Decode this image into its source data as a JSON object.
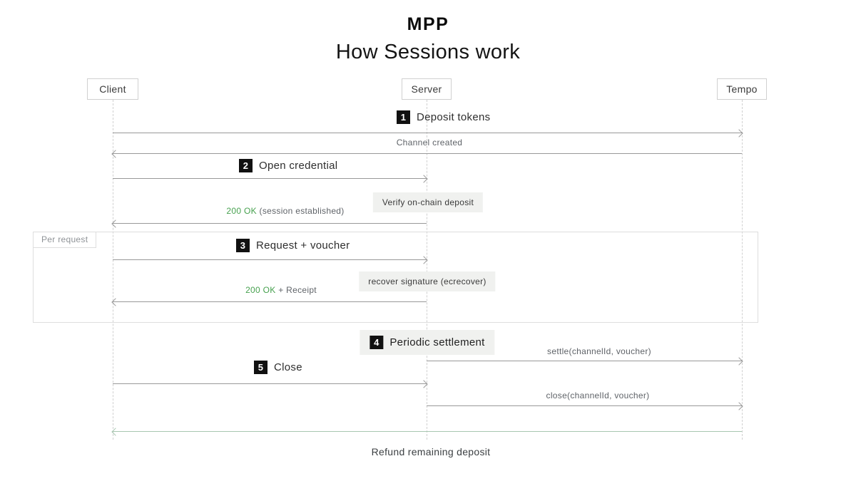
{
  "header": {
    "logo": "MPP",
    "title": "How Sessions work"
  },
  "actors": {
    "client": "Client",
    "server": "Server",
    "tempo": "Tempo"
  },
  "steps": {
    "deposit": {
      "num": "1",
      "label": "Deposit tokens"
    },
    "channel_created": {
      "label": "Channel created"
    },
    "open_credential": {
      "num": "2",
      "label": "Open credential"
    },
    "verify_deposit": {
      "label": "Verify on-chain deposit"
    },
    "session_ok": {
      "status": "200 OK",
      "suffix": " (session established)"
    },
    "per_request": {
      "label": "Per request"
    },
    "request_voucher": {
      "num": "3",
      "label": "Request + voucher"
    },
    "recover_signature": {
      "label": "recover signature (ecrecover)"
    },
    "receipt_ok": {
      "status": "200 OK",
      "suffix": " + Receipt"
    },
    "periodic_settlement": {
      "num": "4",
      "label": "Periodic settlement"
    },
    "settle_call": {
      "label": "settle(channelId, voucher)"
    },
    "close": {
      "num": "5",
      "label": "Close"
    },
    "close_call": {
      "label": "close(channelId, voucher)"
    },
    "refund": {
      "label": "Refund remaining deposit"
    }
  },
  "colors": {
    "ok_green": "#47a14f",
    "badge_bg": "#111111",
    "note_bg": "#f0f1ef",
    "line": "#999999",
    "line_soft": "#d0d0d0",
    "frame_border": "#dedede",
    "refund_line": "#a8c6b0"
  }
}
